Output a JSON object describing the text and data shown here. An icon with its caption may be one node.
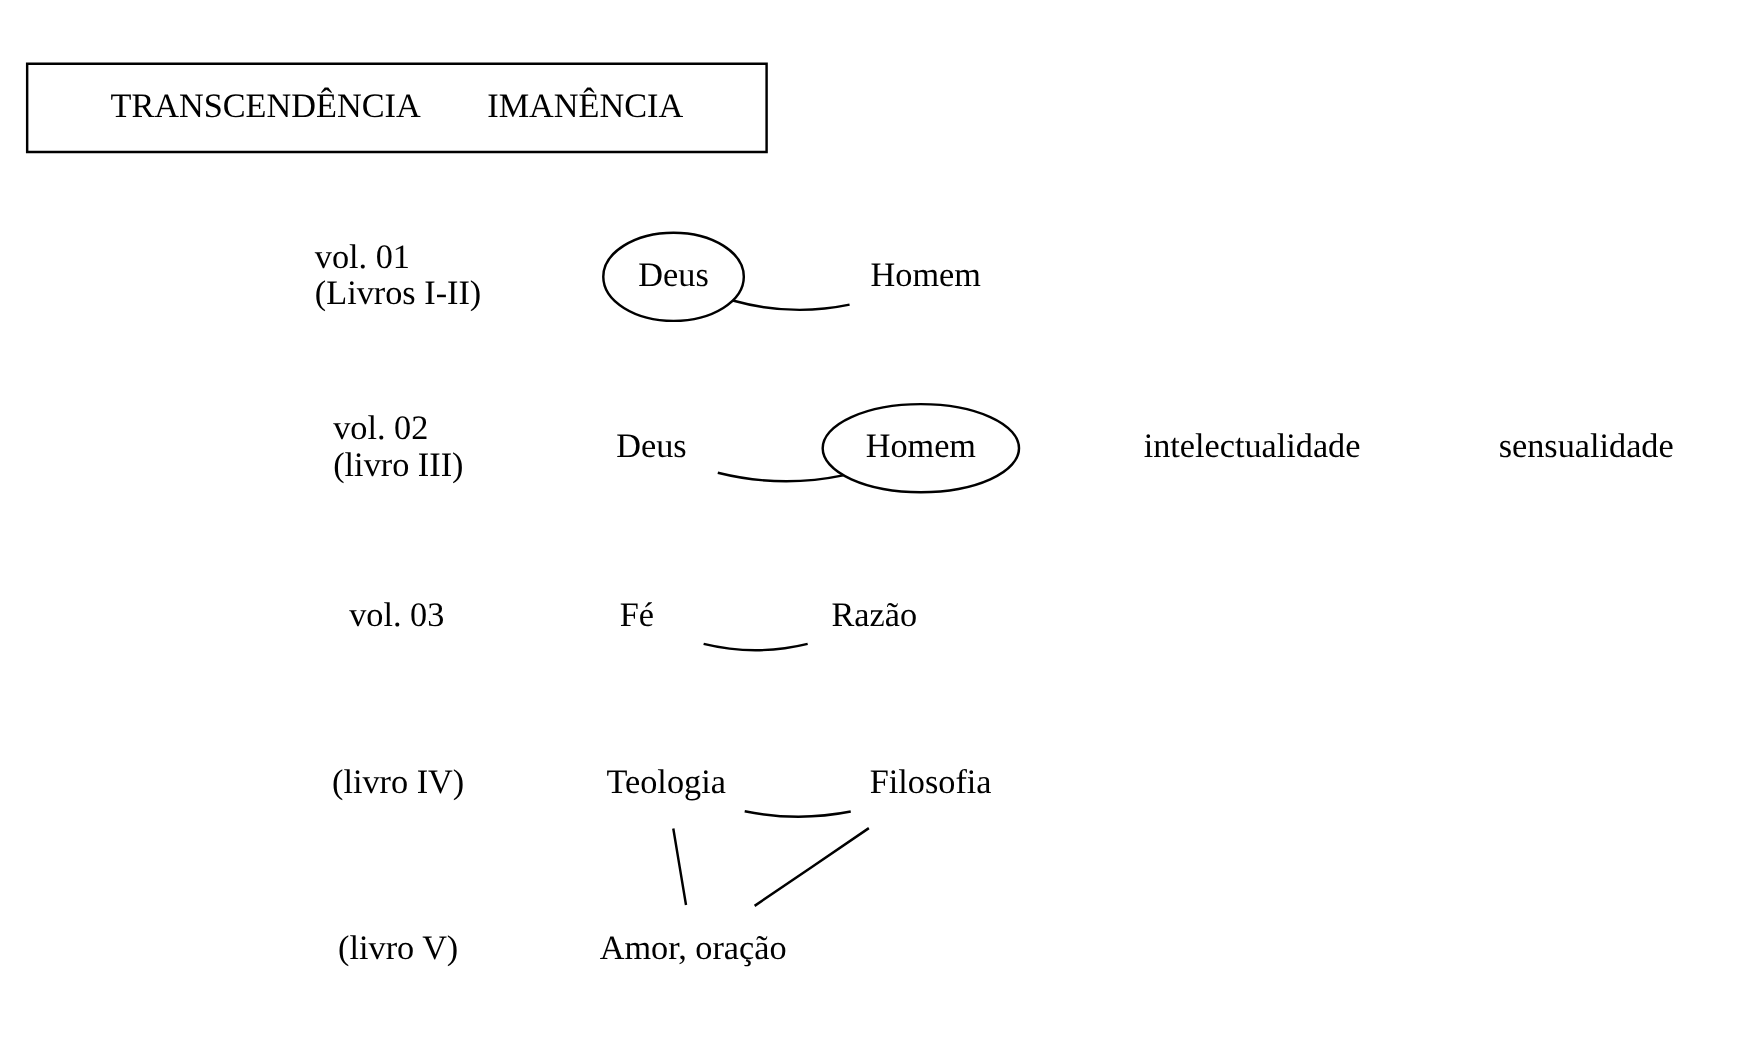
{
  "diagram": {
    "nodes": [
      {
        "text": [
          "TRANSCENDÊNCIA",
          "IMANÊNCIA"
        ]
      },
      {
        "text": [
          "Deus"
        ]
      },
      {
        "text": [
          "Homem"
        ]
      },
      {
        "text": [
          "Deus"
        ]
      },
      {
        "text": [
          "Homem"
        ]
      },
      {
        "text": [
          "Fé"
        ]
      },
      {
        "text": [
          "Razão"
        ]
      },
      {
        "text": [
          "Teologia"
        ]
      },
      {
        "text": [
          "Filosofia"
        ]
      },
      {
        "text": [
          "Amor, oração"
        ]
      }
    ],
    "edges": [
      {
        "from": 1,
        "to": 2,
        "arrow": "none"
      },
      {
        "from": 3,
        "to": 4,
        "arrow": "none"
      },
      {
        "from": 5,
        "to": 6,
        "arrow": "none"
      },
      {
        "from": 7,
        "to": 8,
        "arrow": "none"
      },
      {
        "from": 7,
        "to": 9,
        "arrow": "none"
      },
      {
        "from": 8,
        "to": 9,
        "arrow": "none"
      }
    ],
    "labels": [
      "vol. 01 (Livros I-II)",
      "vol. 02 (livro III)",
      "sensualidade",
      "intelectualidade",
      "vol. 03",
      "(livro IV)",
      "(livro V)"
    ]
  }
}
